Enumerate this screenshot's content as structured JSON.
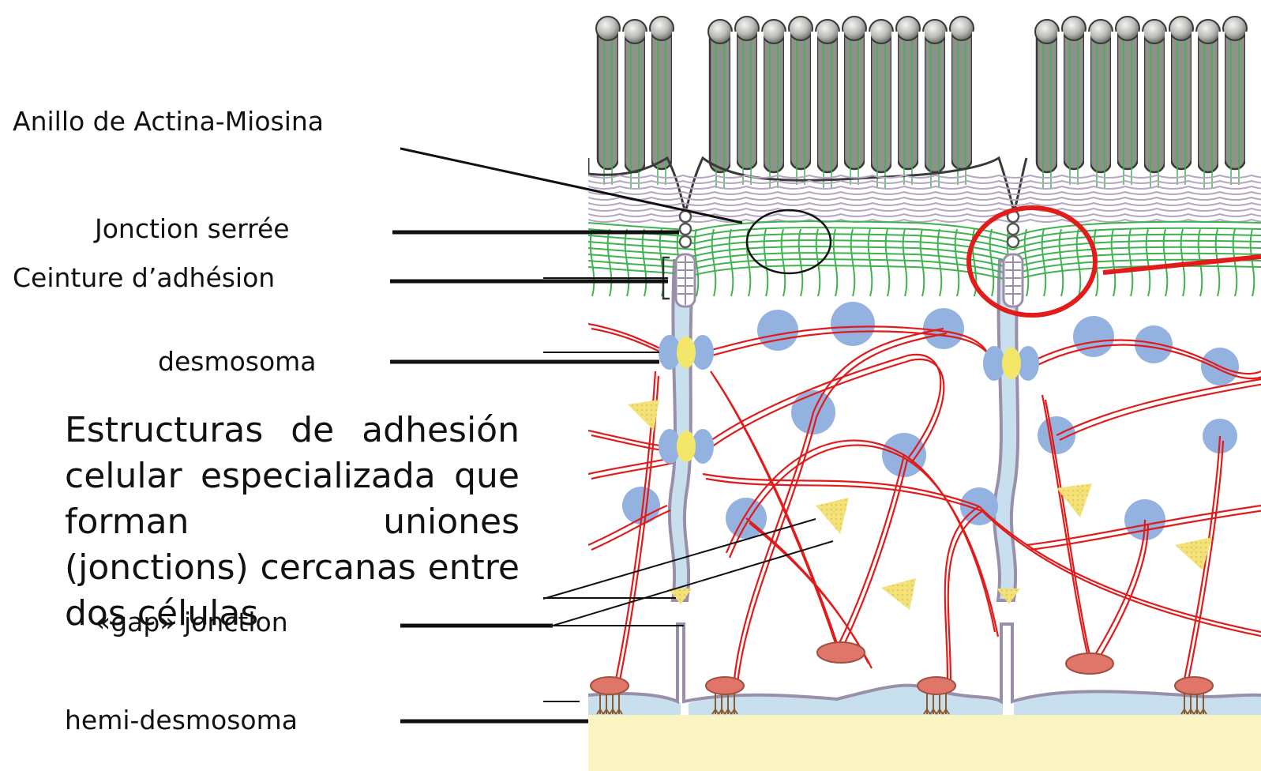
{
  "labels": {
    "actin_ring": "Anillo de Actina-Miosina",
    "tight_junction": "Jonction serrée",
    "adhesion_belt": "Ceinture d’adhésion",
    "desmosome": "desmosoma",
    "gap_junction": "«gap» jonction",
    "hemidesmosome": "hemi-desmosoma"
  },
  "description": "Estructuras de adhesión celular especializada que forman uniones (jonctions) cercanas entre dos células",
  "colors": {
    "actin": "#3fb34f",
    "keratin": "#e01b1b",
    "junction_purple": "#9a8ea8",
    "cell_lumen_blue": "#c8dfee",
    "desmosome_blue": "#93b2df",
    "desmosome_yellow": "#f3e76a",
    "basal_lamina": "#faf3c2",
    "highlight_red": "#e21b1b",
    "microvilli_gray": "#8f928a"
  }
}
